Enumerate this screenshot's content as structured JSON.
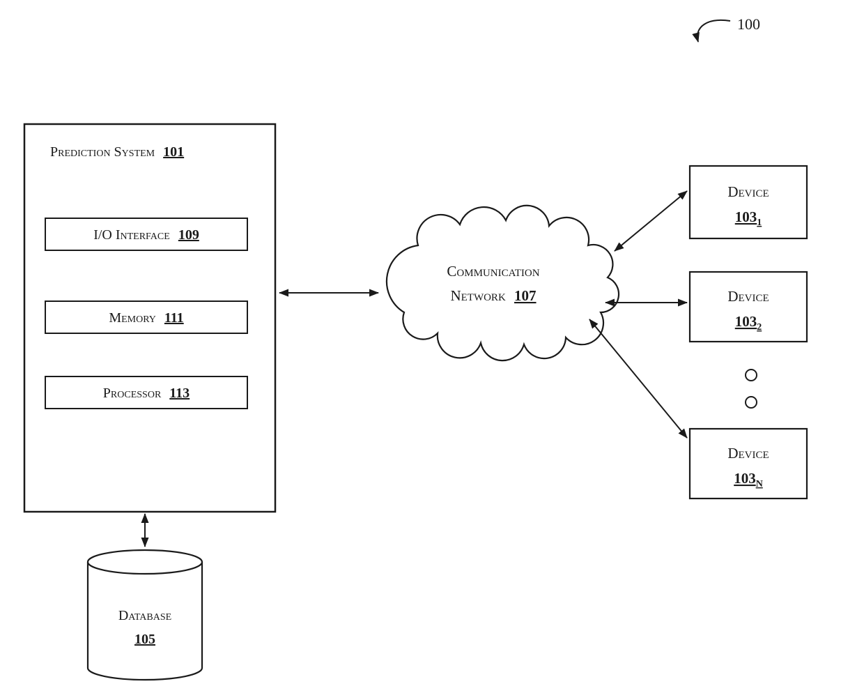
{
  "figure": {
    "reference_number": "100"
  },
  "prediction_system": {
    "label": "Prediction System",
    "ref": "101",
    "components": [
      {
        "label": "I/O Interface",
        "ref": "109"
      },
      {
        "label": "Memory",
        "ref": "111"
      },
      {
        "label": "Processor",
        "ref": "113"
      }
    ]
  },
  "network": {
    "label_line1": "Communication",
    "label_line2": "Network",
    "ref": "107"
  },
  "devices": [
    {
      "label": "Device",
      "ref": "103",
      "subscript": "1"
    },
    {
      "label": "Device",
      "ref": "103",
      "subscript": "2"
    },
    {
      "label": "Device",
      "ref": "103",
      "subscript": "N"
    }
  ],
  "database": {
    "label": "Database",
    "ref": "105"
  },
  "colors": {
    "line": "#1a1a1a",
    "background": "#ffffff"
  }
}
